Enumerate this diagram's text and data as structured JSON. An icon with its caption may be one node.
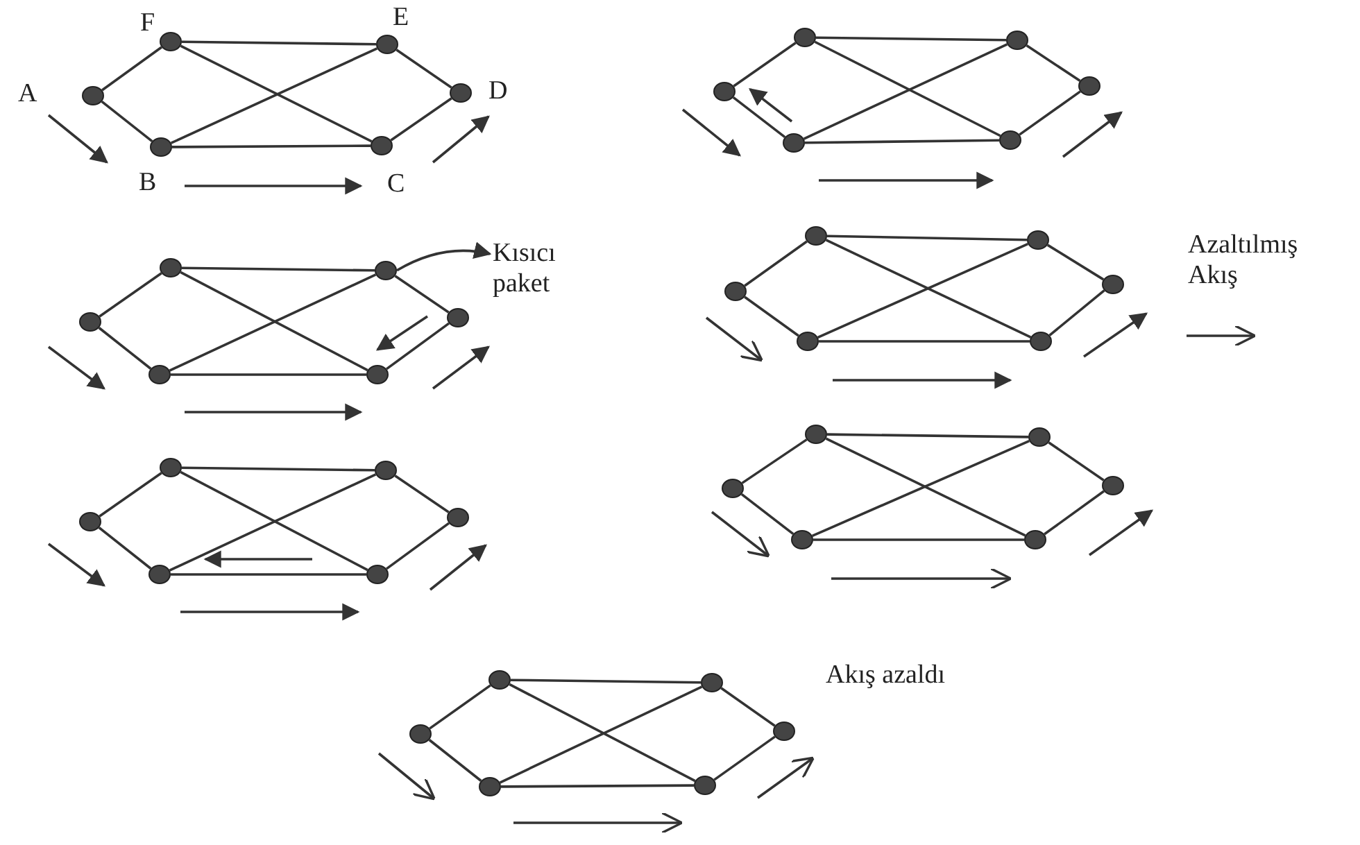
{
  "diagram": {
    "nodes": [
      {
        "text": [],
        "shape": "circle",
        "beside": [
          "A"
        ]
      },
      {
        "text": [],
        "shape": "circle",
        "beside": [
          "B"
        ]
      },
      {
        "text": [],
        "shape": "circle",
        "beside": [
          "F"
        ]
      },
      {
        "text": [],
        "shape": "circle",
        "beside": [
          "C"
        ]
      },
      {
        "text": [],
        "shape": "circle",
        "beside": [
          "E"
        ]
      },
      {
        "text": [],
        "shape": "circle",
        "beside": [
          "D"
        ]
      },
      {
        "text": [],
        "shape": "circle"
      },
      {
        "text": [],
        "shape": "circle"
      },
      {
        "text": [],
        "shape": "circle"
      },
      {
        "text": [],
        "shape": "circle"
      },
      {
        "text": [],
        "shape": "circle"
      },
      {
        "text": [],
        "shape": "circle"
      },
      {
        "text": [],
        "shape": "circle"
      },
      {
        "text": [],
        "shape": "circle"
      },
      {
        "text": [],
        "shape": "circle"
      },
      {
        "text": [],
        "shape": "circle"
      },
      {
        "text": [],
        "shape": "circle"
      },
      {
        "text": [],
        "shape": "circle"
      },
      {
        "text": [],
        "shape": "circle"
      },
      {
        "text": [],
        "shape": "circle"
      },
      {
        "text": [],
        "shape": "circle"
      },
      {
        "text": [],
        "shape": "circle"
      },
      {
        "text": [],
        "shape": "circle"
      },
      {
        "text": [],
        "shape": "circle"
      },
      {
        "text": [],
        "shape": "circle"
      },
      {
        "text": [],
        "shape": "circle"
      },
      {
        "text": [],
        "shape": "circle"
      },
      {
        "text": [],
        "shape": "circle"
      },
      {
        "text": [],
        "shape": "circle"
      },
      {
        "text": [],
        "shape": "circle"
      },
      {
        "text": [],
        "shape": "circle"
      },
      {
        "text": [],
        "shape": "circle"
      },
      {
        "text": [],
        "shape": "circle"
      },
      {
        "text": [],
        "shape": "circle"
      },
      {
        "text": [],
        "shape": "circle"
      },
      {
        "text": [],
        "shape": "circle"
      },
      {
        "text": [],
        "shape": "circle"
      },
      {
        "text": [],
        "shape": "circle"
      },
      {
        "text": [],
        "shape": "circle"
      },
      {
        "text": [],
        "shape": "circle"
      },
      {
        "text": [],
        "shape": "circle"
      },
      {
        "text": [],
        "shape": "circle"
      },
      {
        "text": [
          "Kısıcı paket"
        ]
      }
    ],
    "edges": [
      {
        "from": 0,
        "to": 2,
        "arrow": "none"
      },
      {
        "from": 0,
        "to": 1,
        "arrow": "none"
      },
      {
        "from": 2,
        "to": 4,
        "arrow": "none"
      },
      {
        "from": 2,
        "to": 3,
        "arrow": "none"
      },
      {
        "from": 1,
        "to": 4,
        "arrow": "none"
      },
      {
        "from": 1,
        "to": 3,
        "arrow": "none"
      },
      {
        "from": 4,
        "to": 5,
        "arrow": "none"
      },
      {
        "from": 3,
        "to": 5,
        "arrow": "none"
      },
      {
        "from": 6,
        "to": 8,
        "arrow": "none"
      },
      {
        "from": 6,
        "to": 7,
        "arrow": "none"
      },
      {
        "from": 8,
        "to": 10,
        "arrow": "none"
      },
      {
        "from": 8,
        "to": 9,
        "arrow": "none"
      },
      {
        "from": 7,
        "to": 10,
        "arrow": "none"
      },
      {
        "from": 7,
        "to": 9,
        "arrow": "none"
      },
      {
        "from": 10,
        "to": 11,
        "arrow": "none"
      },
      {
        "from": 9,
        "to": 11,
        "arrow": "none"
      },
      {
        "from": 12,
        "to": 14,
        "arrow": "none"
      },
      {
        "from": 12,
        "to": 13,
        "arrow": "none"
      },
      {
        "from": 14,
        "to": 16,
        "arrow": "none"
      },
      {
        "from": 14,
        "to": 15,
        "arrow": "none"
      },
      {
        "from": 13,
        "to": 16,
        "arrow": "none"
      },
      {
        "from": 13,
        "to": 15,
        "arrow": "none"
      },
      {
        "from": 16,
        "to": 17,
        "arrow": "none"
      },
      {
        "from": 15,
        "to": 17,
        "arrow": "none"
      },
      {
        "from": 18,
        "to": 20,
        "arrow": "none"
      },
      {
        "from": 18,
        "to": 19,
        "arrow": "none"
      },
      {
        "from": 20,
        "to": 22,
        "arrow": "none"
      },
      {
        "from": 20,
        "to": 21,
        "arrow": "none"
      },
      {
        "from": 19,
        "to": 22,
        "arrow": "none"
      },
      {
        "from": 19,
        "to": 21,
        "arrow": "none"
      },
      {
        "from": 22,
        "to": 23,
        "arrow": "none"
      },
      {
        "from": 21,
        "to": 23,
        "arrow": "none"
      },
      {
        "from": 24,
        "to": 26,
        "arrow": "none"
      },
      {
        "from": 24,
        "to": 25,
        "arrow": "none"
      },
      {
        "from": 26,
        "to": 28,
        "arrow": "none"
      },
      {
        "from": 26,
        "to": 27,
        "arrow": "none"
      },
      {
        "from": 25,
        "to": 28,
        "arrow": "none"
      },
      {
        "from": 25,
        "to": 27,
        "arrow": "none"
      },
      {
        "from": 28,
        "to": 29,
        "arrow": "none"
      },
      {
        "from": 27,
        "to": 29,
        "arrow": "none"
      },
      {
        "from": 30,
        "to": 32,
        "arrow": "none"
      },
      {
        "from": 30,
        "to": 31,
        "arrow": "none"
      },
      {
        "from": 32,
        "to": 34,
        "arrow": "none"
      },
      {
        "from": 32,
        "to": 33,
        "arrow": "none"
      },
      {
        "from": 31,
        "to": 34,
        "arrow": "none"
      },
      {
        "from": 31,
        "to": 33,
        "arrow": "none"
      },
      {
        "from": 34,
        "to": 35,
        "arrow": "none"
      },
      {
        "from": 33,
        "to": 35,
        "arrow": "none"
      },
      {
        "from": 36,
        "to": 38,
        "arrow": "none"
      },
      {
        "from": 36,
        "to": 37,
        "arrow": "none"
      },
      {
        "from": 38,
        "to": 40,
        "arrow": "none"
      },
      {
        "from": 38,
        "to": 39,
        "arrow": "none"
      },
      {
        "from": 37,
        "to": 40,
        "arrow": "none"
      },
      {
        "from": 37,
        "to": 39,
        "arrow": "none"
      },
      {
        "from": 40,
        "to": 41,
        "arrow": "none"
      },
      {
        "from": 39,
        "to": 41,
        "arrow": "none"
      },
      {
        "from": 16,
        "to": 42,
        "arrow": "to"
      },
      {
        "from": 7,
        "to": 6,
        "arrow": "to"
      }
    ],
    "labels": [
      "Azaltılmış Akış",
      "Akış azaldı"
    ]
  }
}
